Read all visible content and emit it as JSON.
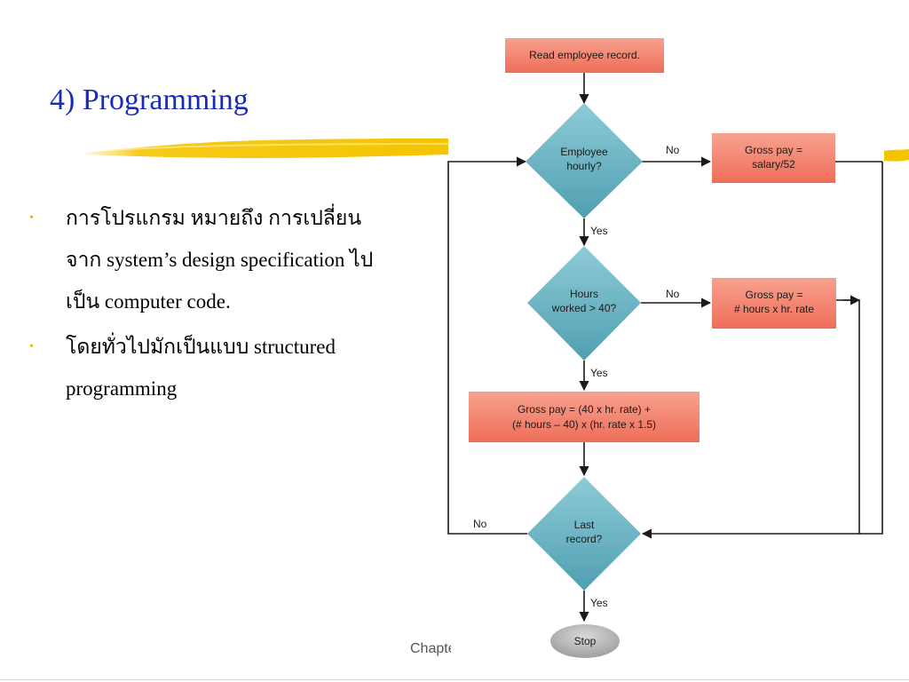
{
  "slide": {
    "title": "4) Programming",
    "bullets": [
      {
        "lines": [
          "การโปรแกรม หมายถึง การเปลี่ยน",
          "จาก system’s design specification ไป",
          "เป็น computer code."
        ]
      },
      {
        "lines": [
          "โดยทั่วไปมักเป็นแบบ structured",
          "programming"
        ]
      }
    ],
    "footer": "Chapter"
  },
  "flowchart": {
    "start_box": "Read employee record.",
    "decision_hourly": [
      "Employee",
      "hourly?"
    ],
    "salary_box": [
      "Gross pay =",
      "salary/52"
    ],
    "decision_hours": [
      "Hours",
      "worked > 40?"
    ],
    "hourly_box": [
      "Gross pay =",
      "# hours x hr. rate"
    ],
    "overtime_box": [
      "Gross pay = (40 x hr. rate) +",
      "(# hours – 40) x (hr. rate x 1.5)"
    ],
    "decision_last": [
      "Last",
      "record?"
    ],
    "stop": "Stop",
    "labels": {
      "no_hourly": "No",
      "yes_hourly": "Yes",
      "no_hours": "No",
      "yes_hours": "Yes",
      "no_last": "No",
      "yes_last": "Yes"
    }
  },
  "colors": {
    "title": "#1a2bb5",
    "bullet": "#e8b400",
    "process_fill": "#f3826e",
    "decision_fill": "#6fb6c6",
    "stop_fill": "#b8b8b8",
    "line": "#1a1a1a"
  }
}
